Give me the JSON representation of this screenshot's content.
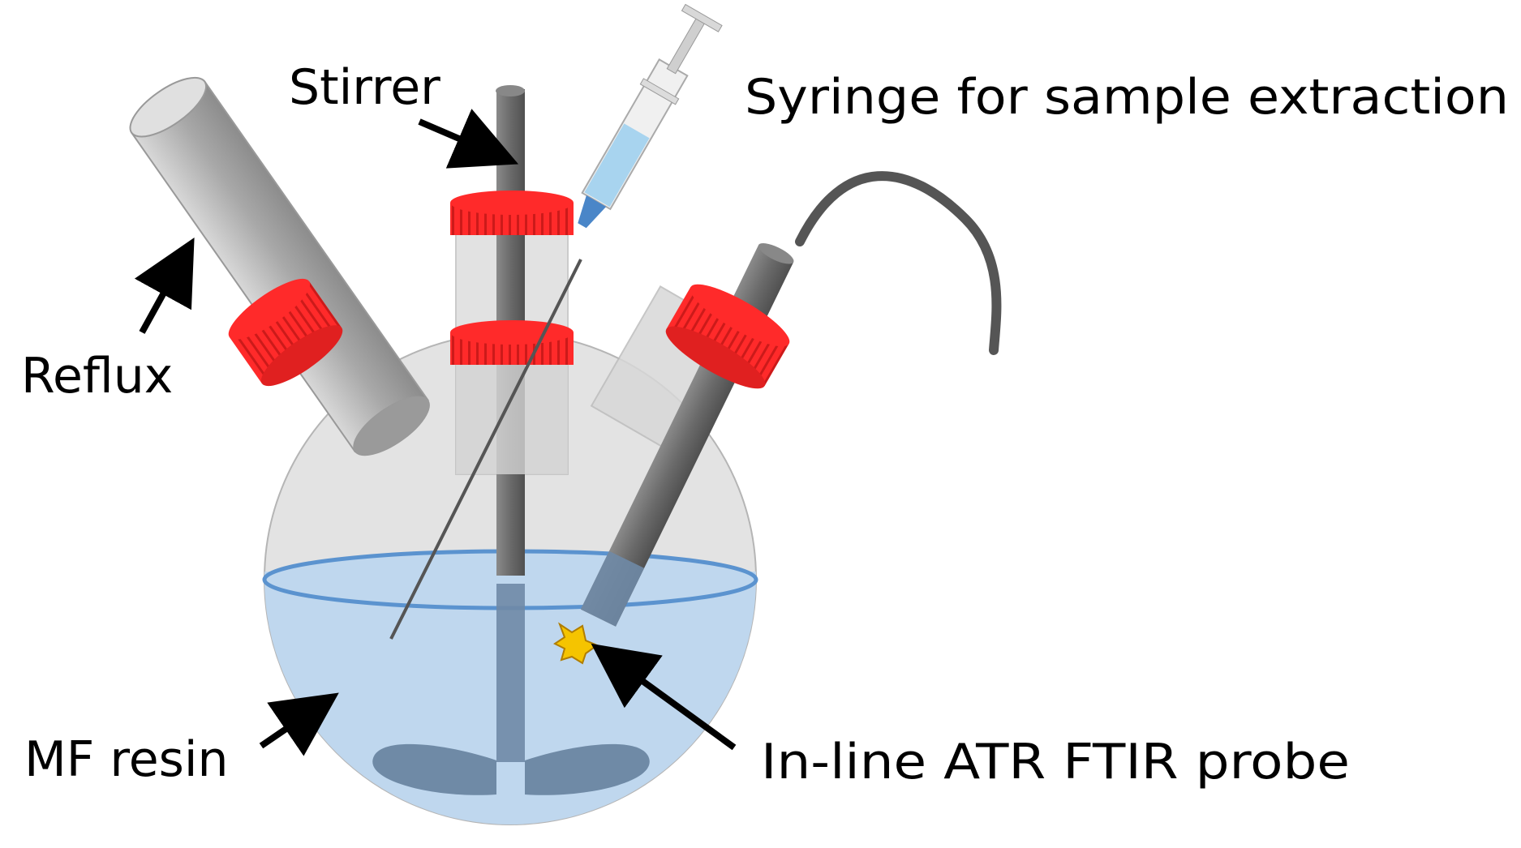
{
  "labels": {
    "stirrer": "Stirrer",
    "syringe": "Syringe for sample extraction",
    "reflux": "Reflux",
    "resin": "MF resin",
    "probe": "In-line ATR FTIR probe"
  },
  "colors": {
    "glass": "#e3e3e3",
    "glass_edge": "#b5b5b5",
    "liquid": "#bfd7ee",
    "liquid_surface": "#5b93cf",
    "cap": "#ff2a2a",
    "stirrer": "#6f6f6f",
    "stirrer_in_liquid": "#6f8aa6",
    "probe_body": "#7a7a7a",
    "syringe_fluid": "#a8d4ef",
    "probe_tip": "#f5c400"
  }
}
